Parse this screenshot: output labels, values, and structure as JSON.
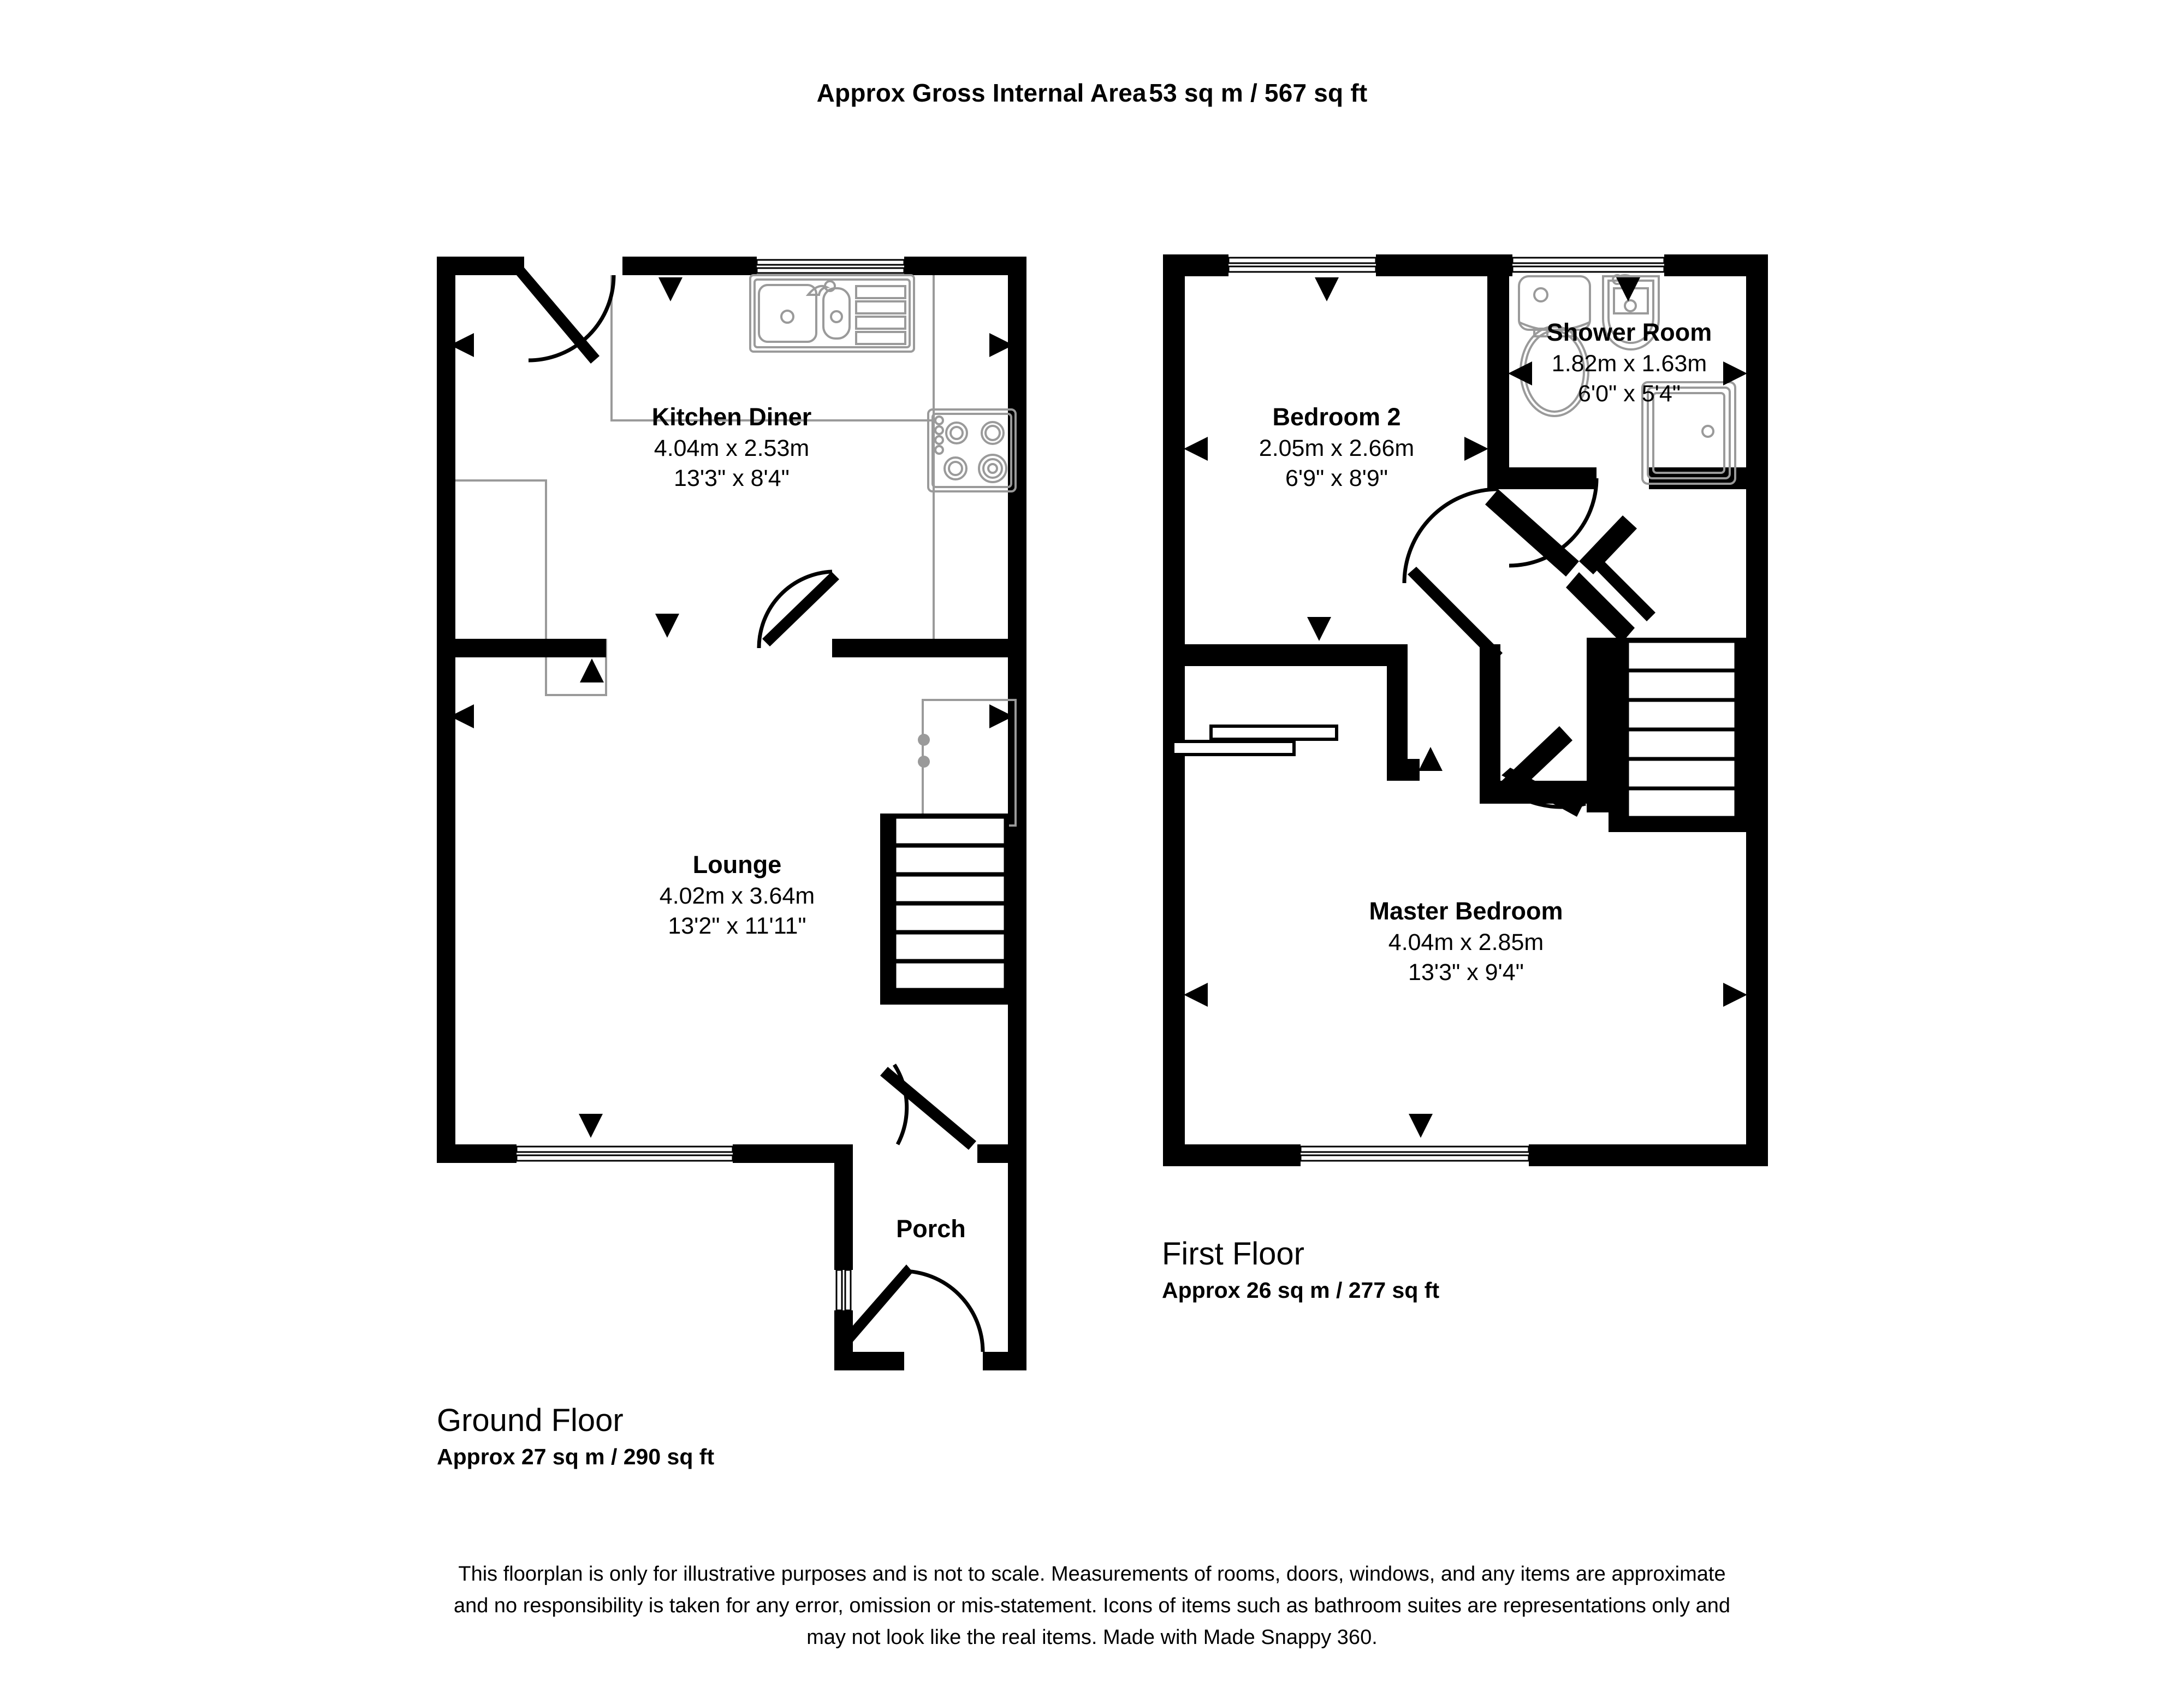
{
  "header": {
    "title": "Approx Gross Internal Area",
    "total_area": "53 sq m / 567 sq ft"
  },
  "floors": [
    {
      "id": "ground",
      "title": "Ground Floor",
      "area": "Approx 27 sq m / 290 sq ft",
      "rooms": [
        {
          "id": "kitchen-diner",
          "name": "Kitchen Diner",
          "dim_metric": "4.04m x 2.53m",
          "dim_imperial": "13'3\" x 8'4\""
        },
        {
          "id": "lounge",
          "name": "Lounge",
          "dim_metric": "4.02m x 3.64m",
          "dim_imperial": "13'2\" x 11'11\""
        },
        {
          "id": "porch",
          "name": "Porch",
          "dim_metric": "",
          "dim_imperial": ""
        }
      ]
    },
    {
      "id": "first",
      "title": "First Floor",
      "area": "Approx 26 sq m / 277 sq ft",
      "rooms": [
        {
          "id": "bedroom-2",
          "name": "Bedroom 2",
          "dim_metric": "2.05m x 2.66m",
          "dim_imperial": "6'9\" x 8'9\""
        },
        {
          "id": "shower-room",
          "name": "Shower Room",
          "dim_metric": "1.82m x 1.63m",
          "dim_imperial": "6'0\" x 5'4\""
        },
        {
          "id": "master-bedroom",
          "name": "Master Bedroom",
          "dim_metric": "4.04m x 2.85m",
          "dim_imperial": "13'3\" x 9'4\""
        }
      ]
    }
  ],
  "fixtures": {
    "kitchen": [
      "sink-with-drainer-icon",
      "hob-icon",
      "fridge-icon",
      "worktop-icon"
    ],
    "shower_room": [
      "toilet-icon",
      "basin-icon",
      "shower-tray-icon"
    ],
    "stairs_ground": "stairs-icon",
    "stairs_first": "stairs-icon"
  },
  "disclaimer": {
    "line1": "This floorplan is only for illustrative purposes and is not to scale. Measurements of rooms, doors, windows, and any items are approximate",
    "line2": "and no responsibility is taken for any error, omission or mis-statement. Icons of items such as bathroom suites are representations only and",
    "line3": "may not look like the real items. Made with Made Snappy 360."
  },
  "colors": {
    "wall": "#000000",
    "background": "#ffffff",
    "fixture_outline": "#9a9a9a",
    "text": "#000000"
  }
}
